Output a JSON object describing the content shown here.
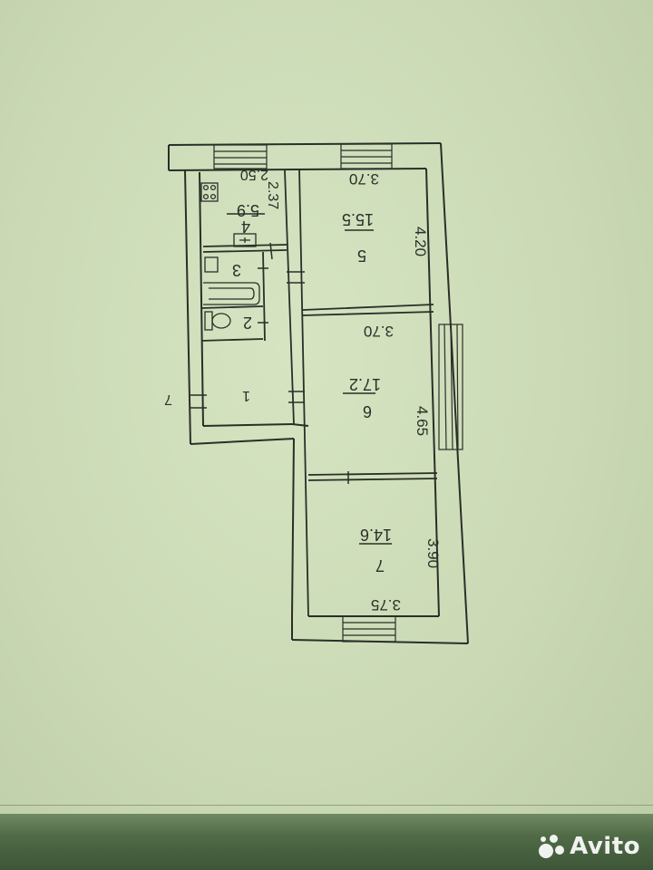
{
  "plan": {
    "room_1": {
      "number": "1"
    },
    "room_2": {
      "number": "2"
    },
    "room_3": {
      "number": "3"
    },
    "room_4": {
      "number": "4",
      "area": "5.9",
      "width": "2.50",
      "length": "2.37"
    },
    "room_5": {
      "number": "5",
      "area": "15.5",
      "width": "3.70",
      "length": "4.20"
    },
    "room_6": {
      "number": "6",
      "area": "17.2",
      "width": "3.70",
      "length": "4.65"
    },
    "room_7": {
      "number": "7",
      "area": "14.6",
      "width": "3.75",
      "length": "3.90"
    },
    "section_marker": "7"
  },
  "watermark": {
    "brand": "Avito"
  },
  "colors": {
    "paper": "#c9d9b4",
    "ink": "#2a2f28",
    "band": "#4f6a45"
  }
}
